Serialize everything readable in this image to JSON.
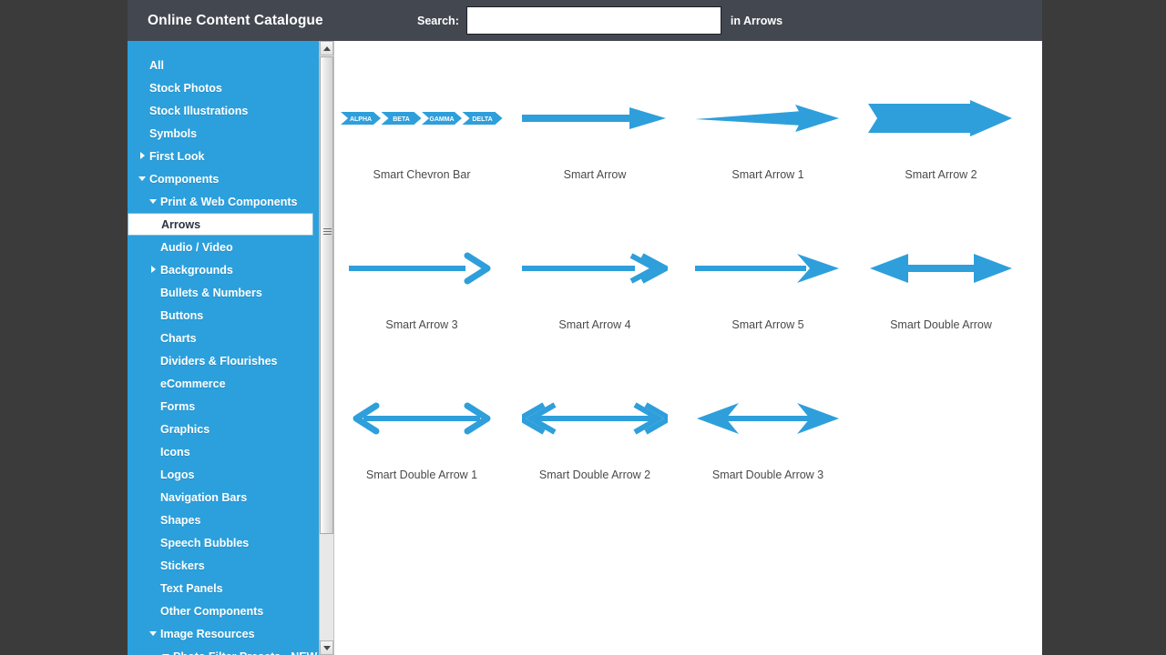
{
  "header": {
    "title": "Online Content Catalogue",
    "search_label": "Search:",
    "search_value": "",
    "search_placeholder": "",
    "scope_label": "in Arrows"
  },
  "colors": {
    "header_bg": "#434750",
    "sidebar_bg": "#2ca0dc",
    "accent": "#2ca0dc",
    "arrow_blue": "#2e9fdb",
    "page_bg": "#3b3b3b",
    "caption_text": "#4a4a4a"
  },
  "sidebar": {
    "items": [
      {
        "label": "All",
        "indent": 0,
        "twisty": "none",
        "selected": false
      },
      {
        "label": "Stock Photos",
        "indent": 0,
        "twisty": "none",
        "selected": false
      },
      {
        "label": "Stock Illustrations",
        "indent": 0,
        "twisty": "none",
        "selected": false
      },
      {
        "label": "Symbols",
        "indent": 0,
        "twisty": "none",
        "selected": false
      },
      {
        "label": "First Look",
        "indent": 1,
        "twisty": "closed",
        "selected": false
      },
      {
        "label": "Components",
        "indent": 1,
        "twisty": "open",
        "selected": false
      },
      {
        "label": "Print & Web Components",
        "indent": 2,
        "twisty": "open",
        "selected": false
      },
      {
        "label": "Arrows",
        "indent": 3,
        "twisty": "none",
        "selected": true
      },
      {
        "label": "Audio / Video",
        "indent": 3,
        "twisty": "none",
        "selected": false
      },
      {
        "label": "Backgrounds",
        "indent": 2,
        "twisty": "closed",
        "selected": false
      },
      {
        "label": "Bullets & Numbers",
        "indent": 3,
        "twisty": "none",
        "selected": false
      },
      {
        "label": "Buttons",
        "indent": 3,
        "twisty": "none",
        "selected": false
      },
      {
        "label": "Charts",
        "indent": 3,
        "twisty": "none",
        "selected": false
      },
      {
        "label": "Dividers & Flourishes",
        "indent": 3,
        "twisty": "none",
        "selected": false
      },
      {
        "label": "eCommerce",
        "indent": 3,
        "twisty": "none",
        "selected": false
      },
      {
        "label": "Forms",
        "indent": 3,
        "twisty": "none",
        "selected": false
      },
      {
        "label": "Graphics",
        "indent": 3,
        "twisty": "none",
        "selected": false
      },
      {
        "label": "Icons",
        "indent": 3,
        "twisty": "none",
        "selected": false
      },
      {
        "label": "Logos",
        "indent": 3,
        "twisty": "none",
        "selected": false
      },
      {
        "label": "Navigation Bars",
        "indent": 3,
        "twisty": "none",
        "selected": false
      },
      {
        "label": "Shapes",
        "indent": 3,
        "twisty": "none",
        "selected": false
      },
      {
        "label": "Speech Bubbles",
        "indent": 3,
        "twisty": "none",
        "selected": false
      },
      {
        "label": "Stickers",
        "indent": 3,
        "twisty": "none",
        "selected": false
      },
      {
        "label": "Text Panels",
        "indent": 3,
        "twisty": "none",
        "selected": false
      },
      {
        "label": "Other Components",
        "indent": 3,
        "twisty": "none",
        "selected": false
      },
      {
        "label": "Image Resources",
        "indent": 2,
        "twisty": "open",
        "selected": false
      },
      {
        "label": "Photo Filter Presets - NEW",
        "indent": 3,
        "twisty": "open",
        "selected": false
      }
    ]
  },
  "catalogue": {
    "chevron_segments": [
      "ALPHA",
      "BETA",
      "GAMMA",
      "DELTA"
    ],
    "items": [
      {
        "caption": "Smart Chevron Bar",
        "art": "chevron-bar"
      },
      {
        "caption": "Smart Arrow",
        "art": "arrow-plain"
      },
      {
        "caption": "Smart Arrow 1",
        "art": "arrow-tapered"
      },
      {
        "caption": "Smart Arrow 2",
        "art": "arrow-ribbon"
      },
      {
        "caption": "Smart Arrow 3",
        "art": "arrow-open-chevron"
      },
      {
        "caption": "Smart Arrow 4",
        "art": "arrow-double-chevron"
      },
      {
        "caption": "Smart Arrow 5",
        "art": "arrow-swallowtail"
      },
      {
        "caption": "Smart Double Arrow",
        "art": "double-arrow-solid"
      },
      {
        "caption": "Smart Double Arrow 1",
        "art": "double-arrow-open"
      },
      {
        "caption": "Smart Double Arrow 2",
        "art": "double-arrow-chevron"
      },
      {
        "caption": "Smart Double Arrow 3",
        "art": "double-arrow-swallowtail"
      }
    ]
  },
  "scrollbar": {
    "up_icon": "triangle-up-icon",
    "down_icon": "triangle-down-icon",
    "position_percent": 0
  }
}
